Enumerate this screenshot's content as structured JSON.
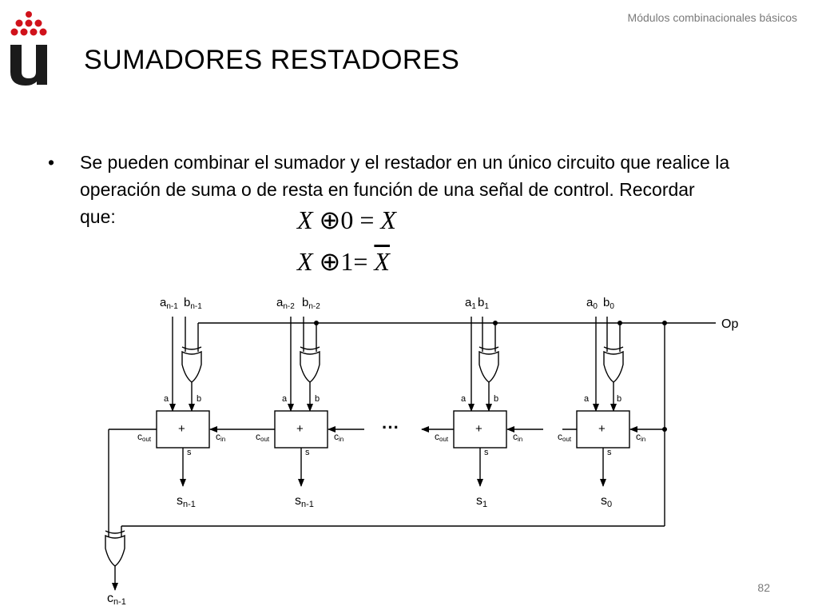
{
  "header": {
    "section": "Módulos combinacionales básicos"
  },
  "slide": {
    "title": "SUMADORES RESTADORES",
    "bullet": "Se pueden combinar el sumador y el restador en un único circuito que realice la operación de suma o de resta en función de una señal de control. Recordar que:",
    "bullet_symbol": "•",
    "formula1": {
      "lhs": "X",
      "op": "⊕",
      "operand": "0",
      "eq": "=",
      "rhs": "X"
    },
    "formula2": {
      "lhs": "X",
      "op": "⊕",
      "operand": "1",
      "eq": "=",
      "rhs": "X"
    },
    "page_number": "82"
  },
  "circuit": {
    "inputs": {
      "a_n1": "a",
      "a_n1_sub": "n-1",
      "b_n1": "b",
      "b_n1_sub": "n-1",
      "a_n2": "a",
      "a_n2_sub": "n-2",
      "b_n2": "b",
      "b_n2_sub": "n-2",
      "a_1": "a",
      "a_1_sub": "1",
      "b_1": "b",
      "b_1_sub": "1",
      "a_0": "a",
      "a_0_sub": "0",
      "b_0": "b",
      "b_0_sub": "0"
    },
    "control_signal": "Op",
    "adder_symbol": "+",
    "port_a": "a",
    "port_b": "b",
    "port_s": "s",
    "cout": "c",
    "cout_sub": "out",
    "cin": "c",
    "cin_sub": "in",
    "ellipsis": "···",
    "outputs": {
      "s_a": "s",
      "s_a_sub": "n-1",
      "s_b": "s",
      "s_b_sub": "n-1",
      "s_c": "s",
      "s_c_sub": "1",
      "s_d": "s",
      "s_d_sub": "0"
    },
    "carry_out": "c",
    "carry_out_sub": "n-1"
  },
  "colors": {
    "logo_red": "#d0121b",
    "logo_blue": "#1b1b1b",
    "muted_text": "#7a7a7a"
  }
}
